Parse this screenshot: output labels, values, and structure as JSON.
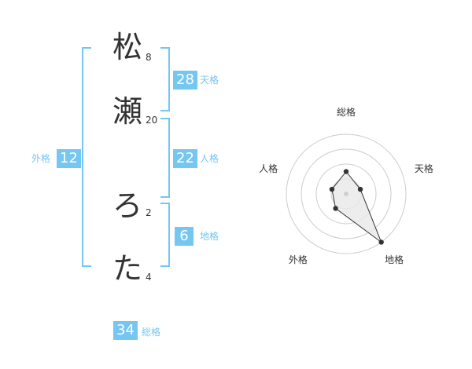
{
  "name_chars": [
    {
      "char": "松",
      "strokes": "8"
    },
    {
      "char": "瀬",
      "strokes": "20"
    },
    {
      "char": "ろ",
      "strokes": "2"
    },
    {
      "char": "た",
      "strokes": "4"
    }
  ],
  "scores": {
    "tenkaku": {
      "value": "28",
      "label": "天格"
    },
    "jinkaku": {
      "value": "22",
      "label": "人格"
    },
    "chikaku": {
      "value": "6",
      "label": "地格"
    },
    "gaikaku": {
      "value": "12",
      "label": "外格"
    },
    "soukaku": {
      "value": "34",
      "label": "総格"
    }
  },
  "colors": {
    "accent": "#76c6f2",
    "text": "#333333",
    "ring": "#cccccc",
    "fill": "#e8e8e8"
  },
  "chart_data": {
    "type": "radar",
    "axes": [
      "総格",
      "天格",
      "地格",
      "外格",
      "人格"
    ],
    "rings": 4,
    "range": [
      0,
      4
    ],
    "values": [
      1.5,
      1,
      4,
      1.2,
      1
    ]
  }
}
